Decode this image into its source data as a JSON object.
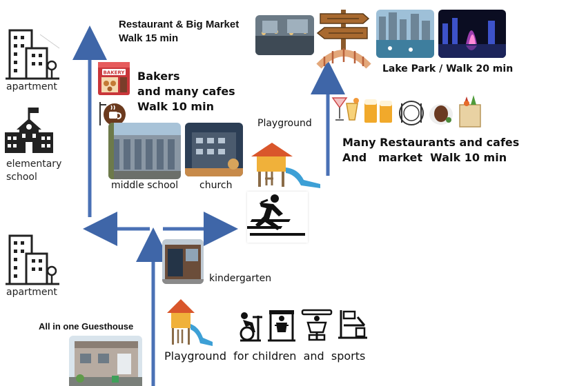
{
  "places": {
    "apartment_top": "apartment",
    "elementary_school": "elementary\nschool",
    "apartment_bottom": "apartment",
    "guesthouse": "All in one Guesthouse",
    "restaurant_market": {
      "line1": "Restaurant & Big Market",
      "line2": "Walk 15 min"
    },
    "bakers": {
      "line1": "Bakers",
      "line2": "and many cafes",
      "line3": "Walk 10 min"
    },
    "bakery_sign": "BAKERY",
    "middle_school": "middle school",
    "church": "church",
    "playground_top": "Playground",
    "kindergarten": "kindergarten",
    "playground_bottom": "Playground  for children  and  sports",
    "lake_park": "Lake Park / Walk 20 min",
    "restaurants": {
      "line1": "Many Restaurants and cafes",
      "line2": "And   market  Walk 10 min"
    }
  }
}
